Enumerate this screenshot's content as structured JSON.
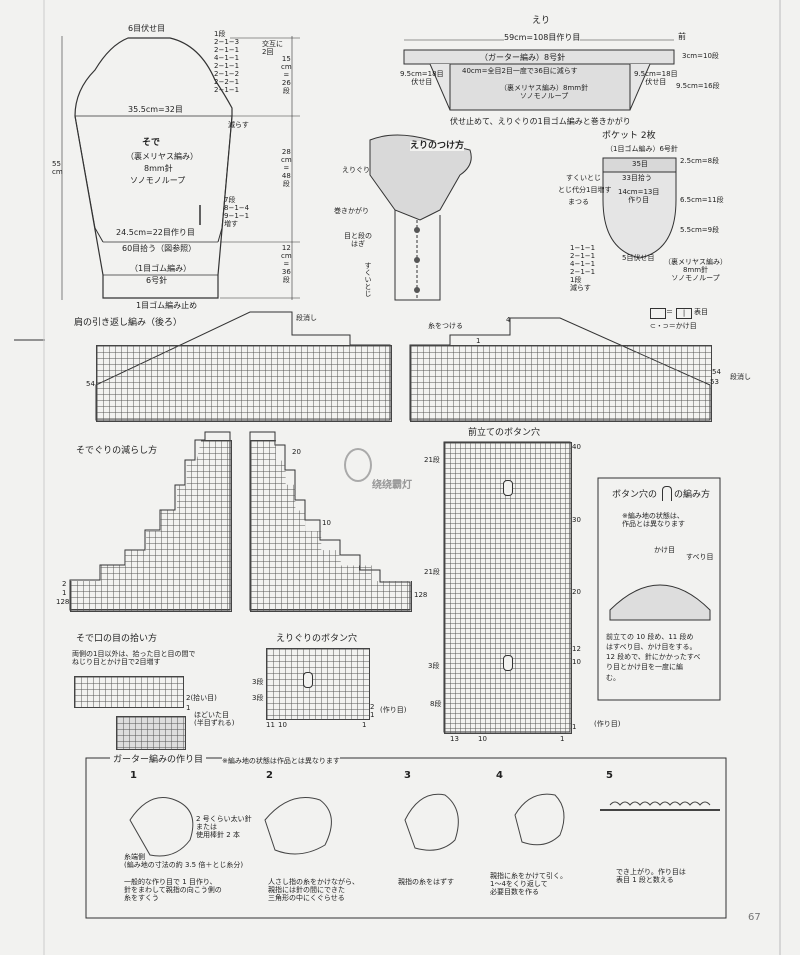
{
  "sleeve": {
    "top": "6目伏せ目",
    "dec_steps": "1段\n2−1−3\n2−1−1\n4−1−1\n2−1−1\n2−1−2\n2−2−1\n2−1−1",
    "dec_note": "交互に\n2回",
    "dec_label": "減らす",
    "len1": "15\ncm\n=\n26\n段",
    "len2": "28\ncm\n=\n48\n段",
    "len3": "12\ncm\n=\n36\n段",
    "total": "55\ncm",
    "width": "35.5cm=32目",
    "title": "そで",
    "stitch": "（裏メリヤス編み）",
    "needle": "8mm針",
    "yarn": "ソノモノループ",
    "inc_rate": "7段\n8−1−4\n9−1−1\n増す",
    "lower_width": "24.5cm=22目作り目",
    "pickup": "60目拾う（図参照）",
    "rib": "（1目ゴム編み）",
    "rib_needle": "6号針",
    "bind": "1目ゴム編み止め"
  },
  "collar": {
    "title": "えり",
    "width": "59cm=108目作り目",
    "front_mark": "前",
    "garter": "（ガーター編み）8号針",
    "dec": "40cm=全目2目一度で36目に減らす",
    "left": "9.5cm=18目\n伏せ目",
    "right": "9.5cm=18目\n伏せ目",
    "h1": "3cm=10段",
    "h2": "9.5cm=16段",
    "body": "（裏メリヤス編み）8mm針\nソノモノループ",
    "finish": "伏せ止めて、えりぐりの1目ゴム編みと巻きかがり"
  },
  "attach": {
    "title": "えりのつけ方",
    "l1": "えりぐり",
    "l2": "巻きかがり",
    "l3": "目と段の\nはぎ",
    "l4": "すくいとじ"
  },
  "pocket": {
    "title": "ポケット 2枚",
    "rib": "（1目ゴム編み）6号針",
    "w1": "35目",
    "h1": "2.5cm=8段",
    "l1": "すくいとじ",
    "l2": "とじ代分1目増す",
    "l3": "まつる",
    "w2": "33目拾う",
    "w3": "14cm=13目\n作り目",
    "h2": "6.5cm=11段",
    "h3": "5.5cm=9段",
    "steps": "1−1−1\n2−1−1\n4−1−1\n2−1−1\n1段\n減らす",
    "bind": "5目伏せ目",
    "stitch": "（裏メリヤス編み）\n8mm針\nソノモノループ"
  },
  "legend": {
    "a": "＝",
    "a_val": "|",
    "a_text": "表目",
    "b": "⊂・⊃＝かけ目"
  },
  "shoulder": {
    "title": "肩の引き返し編み（後ろ）",
    "mark1": "段消し",
    "mark2": "糸をつける",
    "n4": "4",
    "n1": "1",
    "n54l": "54",
    "n54r": "54",
    "n53": "53",
    "end": "段消し"
  },
  "sleevecap": {
    "title": "そでぐりの減らし方",
    "n20": "20",
    "n10": "10",
    "n1": "1",
    "n2": "2",
    "n128a": "128",
    "n128b": "128"
  },
  "placket": {
    "title": "前立てのボタン穴",
    "r40": "40",
    "r21": "21段",
    "r30": "30",
    "r21b": "21段",
    "r20": "20",
    "r3": "3段",
    "r12": "12",
    "r10": "10",
    "r8": "8段",
    "r1": "1",
    "start": "(作り目)",
    "b13": "13",
    "b10": "10",
    "b1": "1"
  },
  "buttonhole_info": {
    "title": "ボタン穴の",
    "title2": "の編み方",
    "note": "※編み地の状態は、\n作品とは異なります",
    "yo": "かけ目",
    "slip": "すべり目",
    "desc": "前立ての 10 段め、11 段め\nはすべり目、かけ目をする。\n12 段めで、針にかかったすべ\nり目とかけ目を一度に編\nむ。"
  },
  "cuff": {
    "title": "そで口の目の拾い方",
    "desc": "両側の1目以外は、拾った目と目の間で\nねじり目とかけ目で2目増す",
    "r2": "2(拾い目)",
    "r1": "1",
    "undone": "ほどいた目\n(半目ずれる)"
  },
  "neck": {
    "title": "えりぐりのボタン穴",
    "r3a": "3段",
    "r3b": "3段",
    "b11": "11",
    "b10": "10",
    "b1": "1",
    "r2": "2",
    "r1": "1",
    "start": "(作り目)"
  },
  "garter": {
    "title": "ガーター編みの作り目",
    "note": "※編み地の状態は作品とは異なります",
    "s1": "1",
    "s2": "2",
    "s3": "3",
    "s4": "4",
    "s5": "5",
    "c1": "2 号くらい太い針\nまたは\n使用棒針 2 本",
    "c2": "糸端側\n(編み地の寸法の約 3.5 倍＋とじ糸分)",
    "d1": "一般的な作り目で 1 目作り、\n針をまわして親指の向こう側の\n糸をすくう",
    "d2": "人さし指の糸をかけながら、\n親指には針の間にできた\n三角形の中にくぐらせる",
    "d3": "親指の糸をはずす",
    "d4": "親指に糸をかけて引く。\n1〜4をくり返して\n必要目数を作る",
    "d5": "でき上がり。作り目は\n表目 1 段と数える"
  },
  "watermark": "绕绕霸灯",
  "page_number": "67"
}
